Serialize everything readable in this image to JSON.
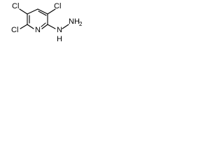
{
  "molecule": {
    "atoms": {
      "cl_top_left": "Cl",
      "cl_top_right": "Cl",
      "cl_bottom_left": "Cl",
      "ring_nitrogen": "N",
      "hydrazine_n1": "N",
      "hydrazine_h1": "H",
      "hydrazine_n2": "NH",
      "hydrazine_h2_sub": "2"
    }
  },
  "colors": {
    "bond": "#000000",
    "label": "#000000",
    "background": "#ffffff"
  }
}
